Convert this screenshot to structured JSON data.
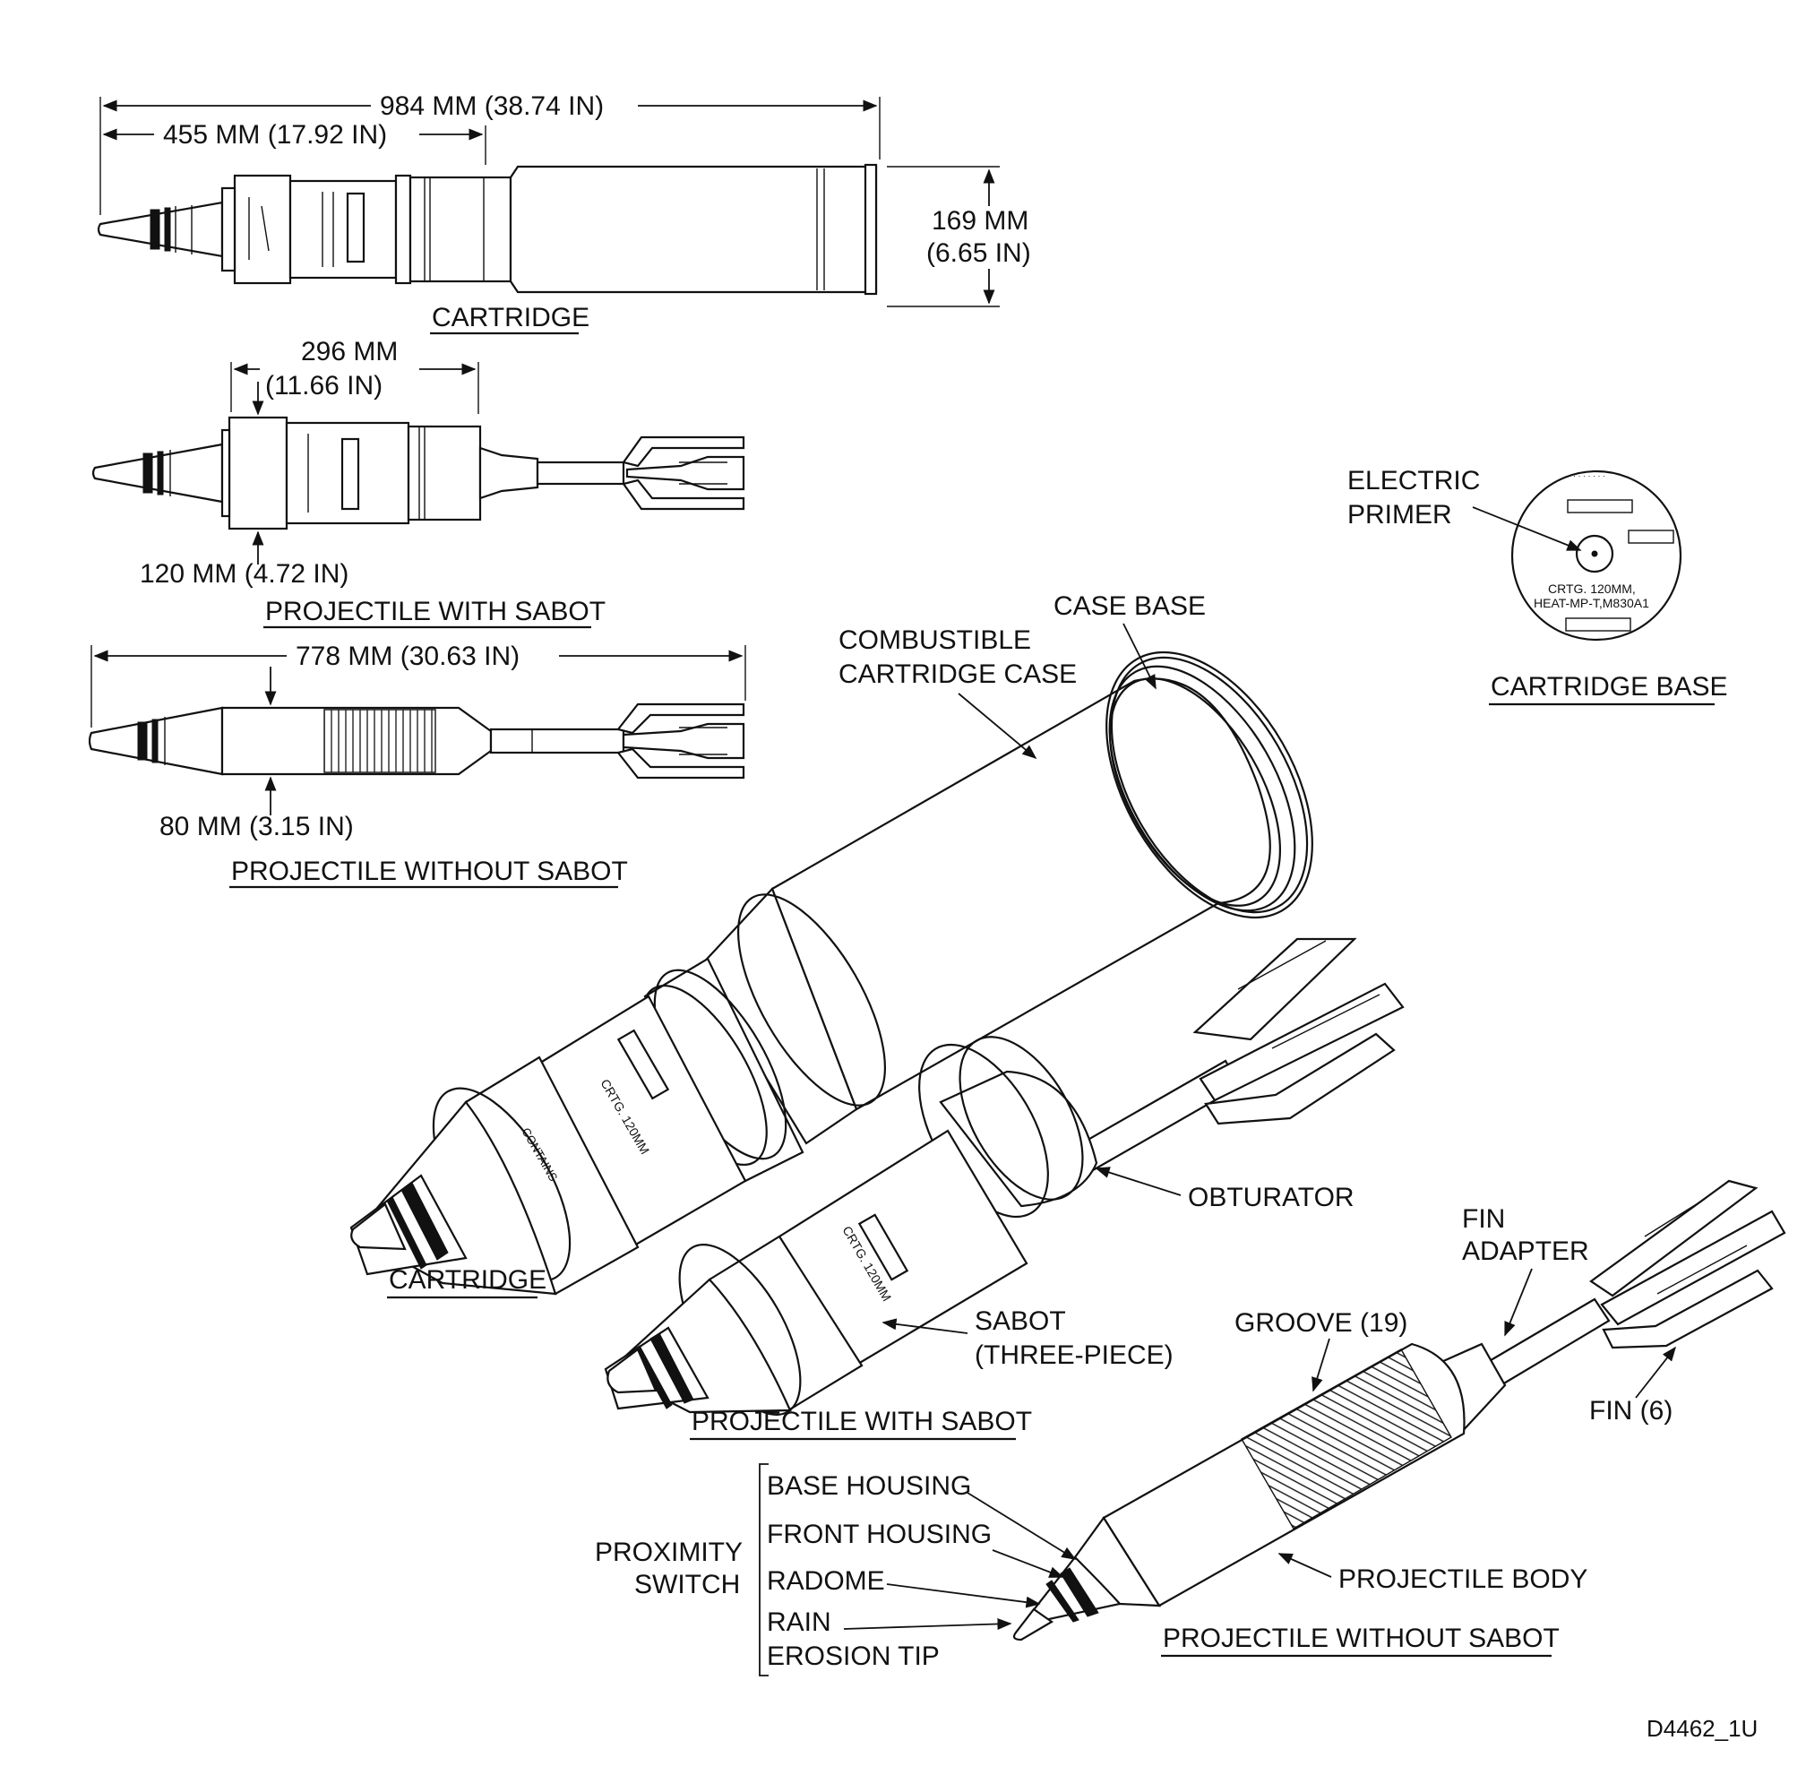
{
  "diagram": {
    "top_views": {
      "cartridge": {
        "title": "CARTRIDGE",
        "overall_length": "984 MM (38.74 IN)",
        "projectile_length": "455 MM (17.92 IN)",
        "diameter_line1": "169 MM",
        "diameter_line2": "(6.65 IN)"
      },
      "projectile_with_sabot": {
        "title": "PROJECTILE WITH SABOT",
        "sabot_length_line1": "296 MM",
        "sabot_length_line2": "(11.66 IN)",
        "diameter": "120 MM (4.72 IN)"
      },
      "projectile_without_sabot": {
        "title": "PROJECTILE WITHOUT SABOT",
        "length": "778 MM (30.63 IN)",
        "diameter": "80 MM (3.15 IN)"
      }
    },
    "cartridge_base": {
      "title": "CARTRIDGE BASE",
      "primer_line1": "ELECTRIC",
      "primer_line2": "PRIMER",
      "marking_line1": "CRTG. 120MM,",
      "marking_line2": "HEAT-MP-T,M830A1"
    },
    "iso_views": {
      "cartridge": {
        "title": "CARTRIDGE",
        "case_base": "CASE BASE",
        "case_line1": "COMBUSTIBLE",
        "case_line2": "CARTRIDGE CASE"
      },
      "projectile_with_sabot": {
        "title": "PROJECTILE WITH SABOT",
        "obturator": "OBTURATOR",
        "sabot_line1": "SABOT",
        "sabot_line2": "(THREE-PIECE)"
      },
      "projectile_without_sabot": {
        "title": "PROJECTILE WITHOUT SABOT",
        "fin_adapter_line1": "FIN",
        "fin_adapter_line2": "ADAPTER",
        "groove": "GROOVE (19)",
        "fin": "FIN (6)",
        "projectile_body": "PROJECTILE BODY",
        "proximity_line1": "PROXIMITY",
        "proximity_line2": "SWITCH",
        "base_housing": "BASE HOUSING",
        "front_housing": "FRONT HOUSING",
        "radome": "RADOME",
        "rain_line1": "RAIN",
        "rain_line2": "EROSION TIP"
      }
    },
    "figure_id": "D4462_1U"
  }
}
